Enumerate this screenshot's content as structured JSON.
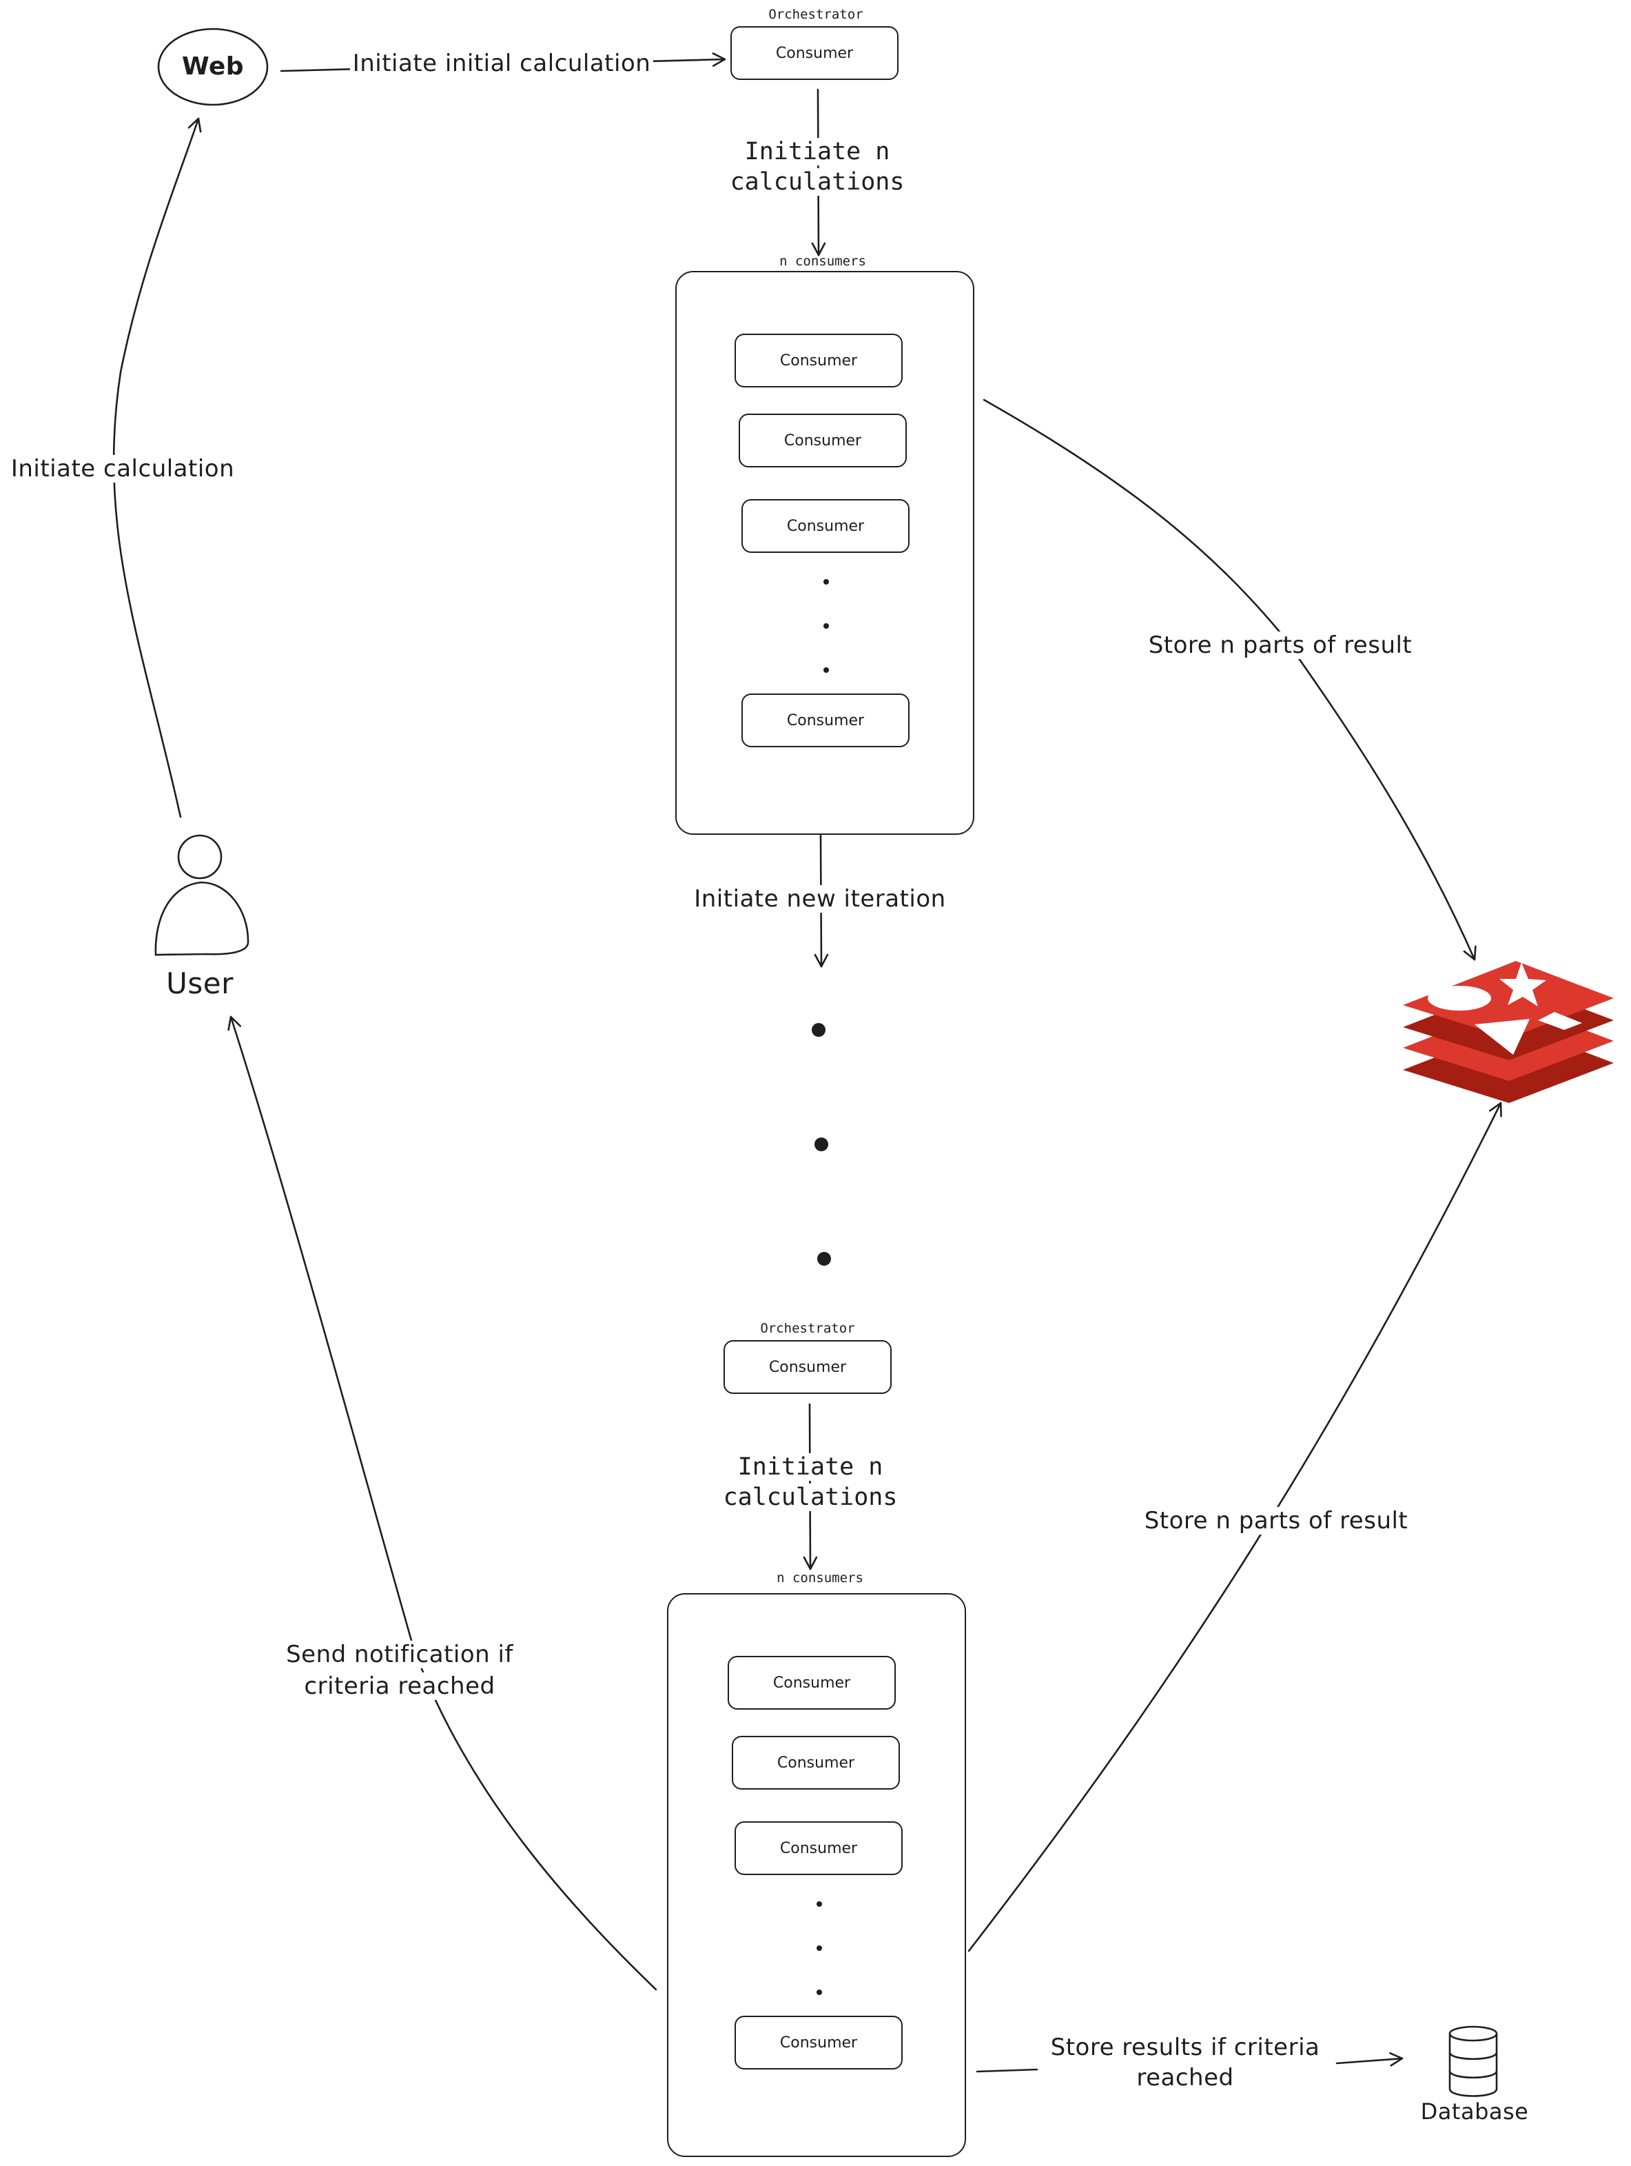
{
  "colors": {
    "ink": "#1e1e1e",
    "redis_red": "#dc382d",
    "redis_dark": "#a41e11"
  },
  "web": {
    "label": "Web"
  },
  "user": {
    "label": "User",
    "icon": "user-icon"
  },
  "arrows": {
    "initiate_calculation": "Initiate calculation",
    "initiate_initial": "Initiate initial calculation",
    "initiate_n_line1": "Initiate n",
    "initiate_n_line2": "calculations",
    "initiate_new_iteration": "Initiate new iteration",
    "store_parts": "Store n parts of result",
    "send_notification_line1": "Send notification if",
    "send_notification_line2": "criteria reached",
    "store_results_line1": "Store results if criteria",
    "store_results_line2": "reached"
  },
  "top": {
    "orchestrator_title": "Orchestrator",
    "orchestrator_box": "Consumer",
    "group_title": "n consumers",
    "consumers": [
      "Consumer",
      "Consumer",
      "Consumer",
      "Consumer"
    ]
  },
  "bottom": {
    "orchestrator_title": "Orchestrator",
    "orchestrator_box": "Consumer",
    "group_title": "n consumers",
    "consumers": [
      "Consumer",
      "Consumer",
      "Consumer",
      "Consumer"
    ]
  },
  "redis": {
    "icon": "redis-icon"
  },
  "database": {
    "label": "Database",
    "icon": "database-icon"
  }
}
